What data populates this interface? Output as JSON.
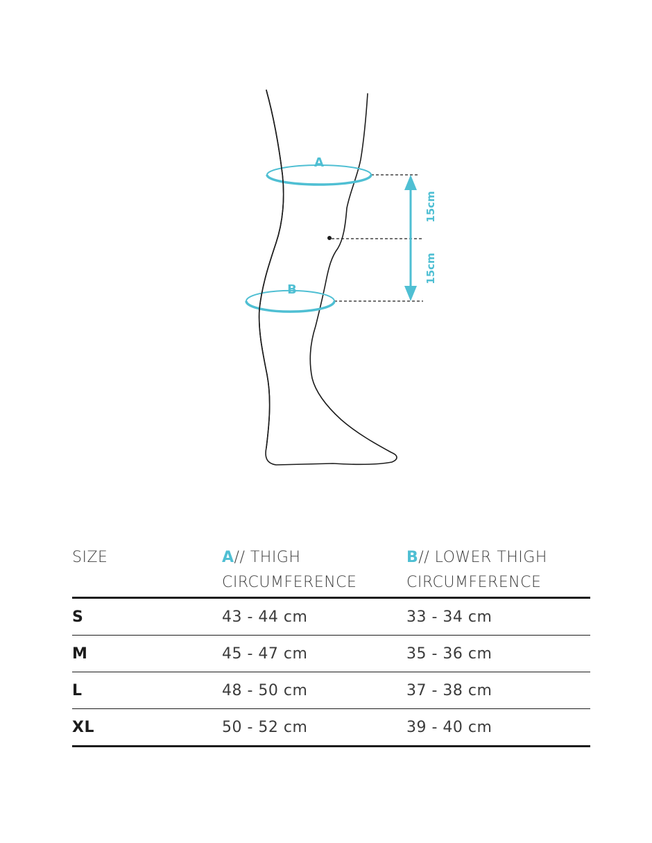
{
  "colors": {
    "accent": "#4fbfd3",
    "line": "#1c1c1c",
    "text": "#3c3c3c"
  },
  "diagram": {
    "label_a": "A",
    "label_b": "B",
    "distance_upper": "15cm",
    "distance_lower": "15cm"
  },
  "table": {
    "headers": {
      "size": "SIZE",
      "a_letter": "A",
      "a_line1": "// THIGH",
      "a_line2": "CIRCUMFERENCE",
      "b_letter": "B",
      "b_line1": "// LOWER THIGH",
      "b_line2": "CIRCUMFERENCE"
    },
    "rows": [
      {
        "size": "S",
        "a": "43 - 44 cm",
        "b": "33 - 34 cm"
      },
      {
        "size": "M",
        "a": "45 - 47 cm",
        "b": "35 - 36 cm"
      },
      {
        "size": "L",
        "a": "48 - 50 cm",
        "b": "37 - 38 cm"
      },
      {
        "size": "XL",
        "a": "50 - 52 cm",
        "b": "39 - 40 cm"
      }
    ]
  }
}
